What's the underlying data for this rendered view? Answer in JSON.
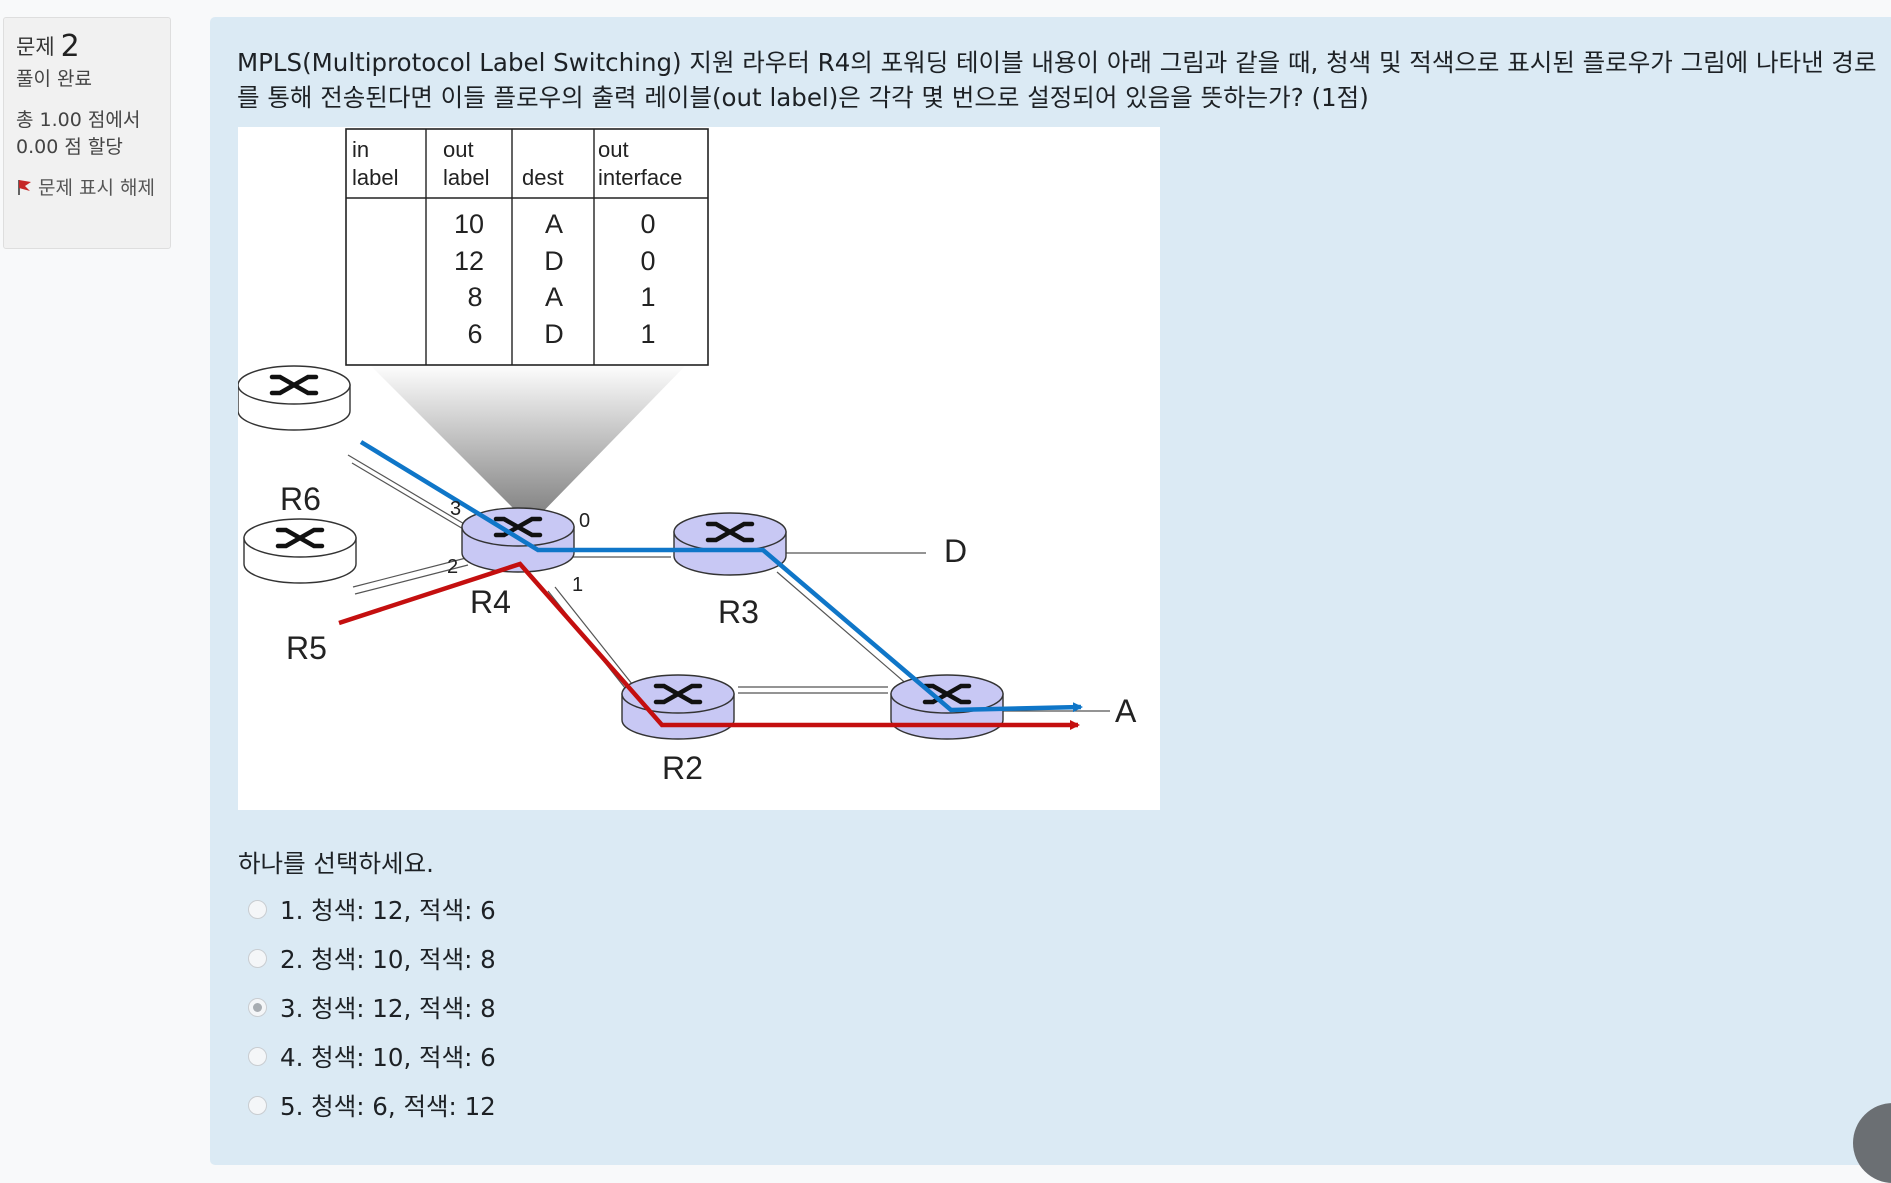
{
  "info": {
    "question_label": "문제",
    "question_number": "2",
    "state": "풀이 완료",
    "grade_line1": "총 1.00 점에서",
    "grade_line2": "0.00 점 할당",
    "flag_label": "문제 표시 해제",
    "flag_icon": "flag-icon"
  },
  "question": {
    "text": "MPLS(Multiprotocol Label Switching) 지원 라우터 R4의 포워딩 테이블 내용이 아래 그림과 같을 때, 청색 및 적색으로 표시된 플로우가 그림에 나타낸 경로를 통해 전송된다면 이들 플로우의 출력 레이블(out label)은 각각 몇 번으로 설정되어 있음을 뜻하는가? (1점)"
  },
  "figure": {
    "table": {
      "headers": [
        {
          "line1": "in",
          "line2": "label"
        },
        {
          "line1": "out",
          "line2": "label"
        },
        {
          "line1": "",
          "line2": "dest"
        },
        {
          "line1": "out",
          "line2": "interface"
        }
      ],
      "rows": [
        {
          "in": "",
          "out": "10",
          "dest": "A",
          "iface": "0"
        },
        {
          "in": "",
          "out": "12",
          "dest": "D",
          "iface": "0"
        },
        {
          "in": "",
          "out": "8",
          "dest": "A",
          "iface": "1"
        },
        {
          "in": "",
          "out": "6",
          "dest": "D",
          "iface": "1"
        }
      ]
    },
    "routers": {
      "r6": "R6",
      "r5": "R5",
      "r4": "R4",
      "r3": "R3",
      "r2": "R2"
    },
    "interfaces": {
      "if0": "0",
      "if1": "1",
      "if2": "2",
      "if3": "3"
    },
    "destinations": {
      "d": "D",
      "a": "A"
    },
    "colors": {
      "blue_flow": "#0f76c8",
      "red_flow": "#c40f0f",
      "router_fill": "#c8c8f4"
    }
  },
  "prompt": "하나를 선택하세요.",
  "answers": [
    {
      "label": "1. 청색: 12, 적색: 6",
      "selected": false
    },
    {
      "label": "2. 청색: 10, 적색: 8",
      "selected": false
    },
    {
      "label": "3. 청색: 12, 적색: 8",
      "selected": true
    },
    {
      "label": "4. 청색: 10, 적색: 6",
      "selected": false
    },
    {
      "label": "5. 청색: 6, 적색: 12",
      "selected": false
    }
  ]
}
